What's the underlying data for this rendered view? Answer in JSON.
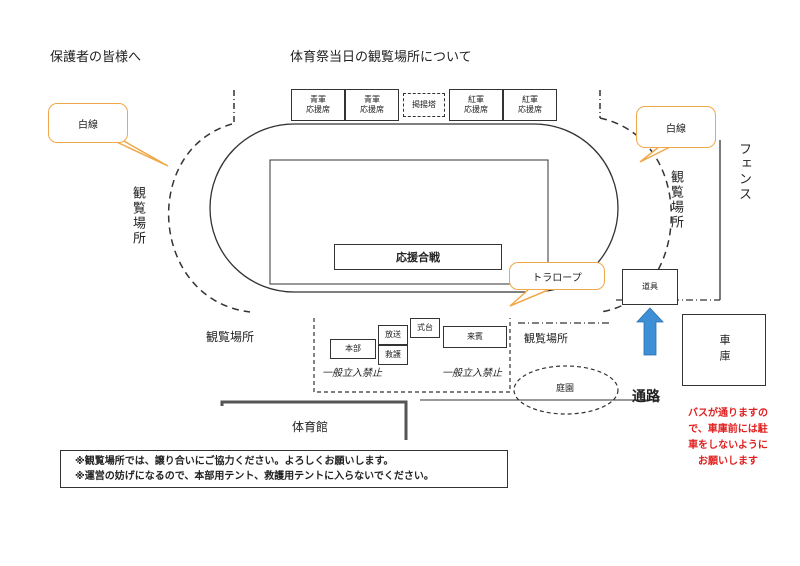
{
  "header": {
    "greeting": "保護者の皆様へ",
    "title": "体育祭当日の観覧場所について"
  },
  "seats": {
    "blue1_line1": "青軍",
    "blue1_line2": "応援席",
    "blue2_line1": "青軍",
    "blue2_line2": "応援席",
    "pole": "掲揚塔",
    "red1_line1": "紅軍",
    "red1_line2": "応援席",
    "red2_line1": "紅軍",
    "red2_line2": "応援席"
  },
  "callouts": {
    "white_line_left": "白線",
    "white_line_right": "白線",
    "trarope": "トラロープ"
  },
  "field": {
    "cheer_battle": "応援合戦"
  },
  "labels": {
    "viewing_left_vertical": "観覧場所",
    "viewing_right_vertical": "観覧場所",
    "fence": "フェンス",
    "viewing_bottom_left": "観覧場所",
    "viewing_bottom_right": "観覧場所",
    "equipment": "道具",
    "garage": "車庫",
    "headquarters": "本部",
    "broadcast": "放送",
    "first_aid": "救護",
    "podium": "式台",
    "guests": "来賓",
    "no_entry_left": "一般立入禁止",
    "no_entry_right": "一般立入禁止",
    "garden": "庭園",
    "road": "通路",
    "gym": "体育館"
  },
  "bus_notice": {
    "line1": "バスが通りますの",
    "line2": "で、車庫前には駐",
    "line3": "車をしないように",
    "line4": "お願いします"
  },
  "notes": {
    "line1": "※観覧場所では、譲り合いにご協力ください。よろしくお願いします。",
    "line2": "※運営の妨げになるので、本部用テント、救護用テントに入らないでください。"
  },
  "colors": {
    "callout_border": "#f0a94a",
    "arrow": "#3d8fd6",
    "notice_text": "#e02020"
  }
}
